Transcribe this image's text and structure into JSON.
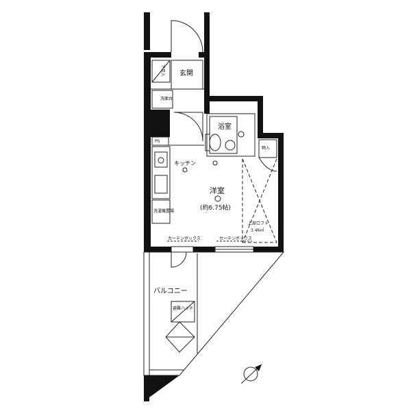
{
  "rooms": {
    "entrance": "玄関",
    "bath": "浴室",
    "kitchen": "キッチン",
    "western_room": "洋室",
    "western_room_size": "(約6.75帖)",
    "storage": "物入",
    "loft": "上部ロフト",
    "loft_size": "3.46㎡",
    "balcony": "バルコニー",
    "shoe_box": "下足入",
    "washbasin": "洗面台",
    "washer": "洗濯機置場",
    "ps": "PS",
    "curtain_rail_left": "カーテンボックス",
    "curtain_rail_right": "カーテンボックス",
    "emergency_hatch": "避難ハッチ"
  },
  "icons": {
    "compass": "north-compass-icon"
  }
}
